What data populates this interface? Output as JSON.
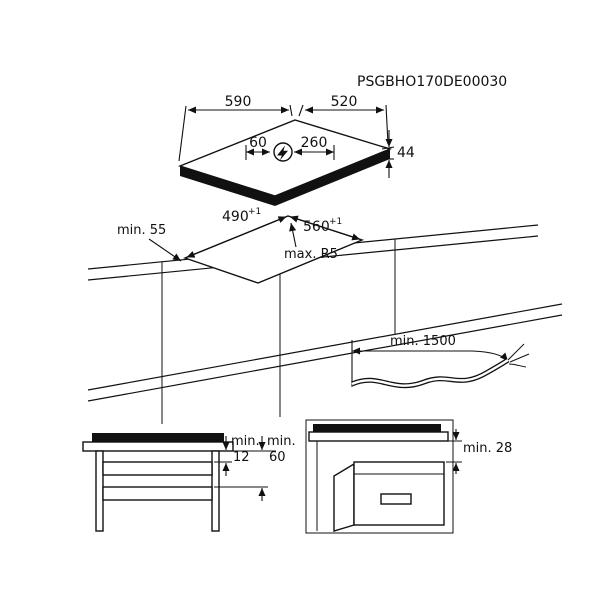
{
  "drawing_code": "PSGBHO170DE00030",
  "hob": {
    "width": "590",
    "depth": "520",
    "cable_left": "60",
    "cable_right": "260",
    "thickness": "44"
  },
  "cutout": {
    "width": "490",
    "width_tol": "+1",
    "depth": "560",
    "depth_tol": "+1",
    "front_distance": "min. 55",
    "corner_radius": "max. R5"
  },
  "cable": {
    "length": "min. 1500"
  },
  "clearances": {
    "drawer_min_label": "min.",
    "drawer_min_value": "12",
    "shelf_min_label": "min.",
    "shelf_min_value": "60",
    "oven_min": "min. 28"
  },
  "icons": {
    "power_connection": "lightning-in-circle"
  },
  "colors": {
    "line": "#111111",
    "background": "#ffffff"
  }
}
